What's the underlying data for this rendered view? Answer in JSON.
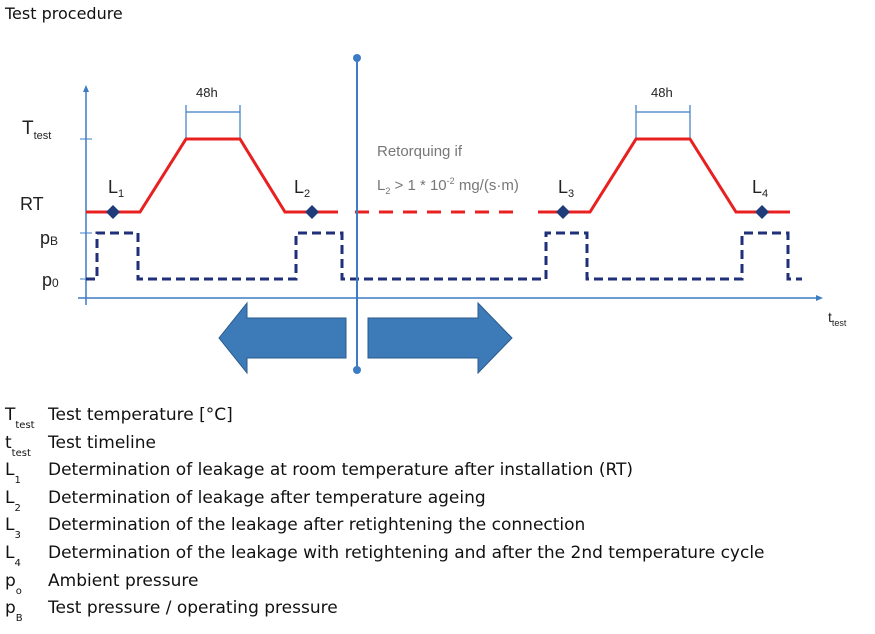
{
  "title": "Test procedure",
  "diagram": {
    "y_labels": {
      "T": "T",
      "T_sub": "test",
      "RT": "RT",
      "pB": "p",
      "pB_sub": "B",
      "p0": "p",
      "p0_sub": "0"
    },
    "duration_label_1": "48h",
    "duration_label_2": "48h",
    "points": [
      {
        "L": "L",
        "sub": "1"
      },
      {
        "L": "L",
        "sub": "2"
      },
      {
        "L": "L",
        "sub": "3"
      },
      {
        "L": "L",
        "sub": "4"
      }
    ],
    "note_line1": "Retorquing if",
    "note_L": "L",
    "note_L_sub": "2",
    "note_mid": " > 1 * 10",
    "note_exp": "-2",
    "note_unit": " mg/(s·m)",
    "x_label": "t",
    "x_label_sub": "test",
    "colors": {
      "temperature": "#e8201f",
      "pressure": "#1f2f7a",
      "axis": "#3d7cc4",
      "arrow": "#3d7ab8"
    }
  },
  "legend": [
    {
      "sym": "T",
      "sub": "test",
      "text": "Test temperature [°C]"
    },
    {
      "sym": "t",
      "sub": "test",
      "text": "Test timeline"
    },
    {
      "sym": "L",
      "sub": "1",
      "text": "Determination of leakage at room temperature after installation (RT)"
    },
    {
      "sym": "L",
      "sub": "2",
      "text": "Determination of leakage after temperature ageing"
    },
    {
      "sym": "L",
      "sub": "3",
      "text": "Determination of the leakage after retightening the connection"
    },
    {
      "sym": "L",
      "sub": "4",
      "text": "Determination of the leakage with retightening and after the 2nd temperature cycle"
    },
    {
      "sym": "p",
      "sub": "o",
      "text": "Ambient pressure"
    },
    {
      "sym": "p",
      "sub": "B",
      "text": "Test pressure / operating pressure"
    }
  ]
}
